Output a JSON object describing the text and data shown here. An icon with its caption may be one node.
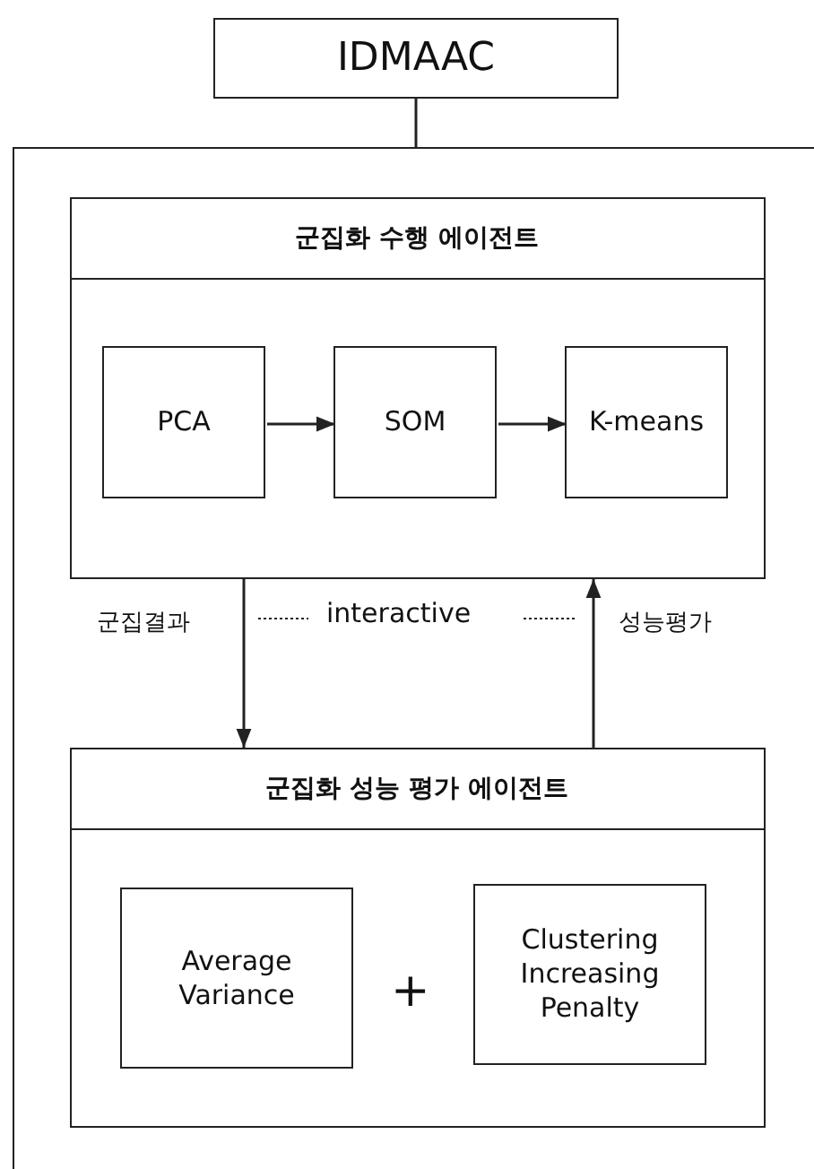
{
  "diagram": {
    "nodes": [
      {
        "text": [
          "IDMAAC"
        ]
      },
      {
        "text": [],
        "shape": "box"
      },
      {
        "text": [
          "군집화 수행 에이전트"
        ],
        "in": 1
      },
      {
        "text": [
          "PCA"
        ],
        "in": 2
      },
      {
        "text": [
          "SOM"
        ],
        "in": 2
      },
      {
        "text": [
          "K-means"
        ],
        "in": 2
      },
      {
        "text": [
          "군집화 성능 평가 에이전트"
        ],
        "in": 1
      },
      {
        "text": [
          "Average Variance"
        ],
        "in": 6
      },
      {
        "text": [
          "Clustering Increasing Penalty"
        ],
        "in": 6
      }
    ],
    "edges": [
      {
        "from": 0,
        "to": 1,
        "arrow": "none"
      },
      {
        "from": 3,
        "to": 4,
        "arrow": "to"
      },
      {
        "from": 4,
        "to": 5,
        "arrow": "to"
      },
      {
        "from": 2,
        "to": 6,
        "arrow": "to",
        "label": "군집결과"
      },
      {
        "from": 6,
        "to": 2,
        "arrow": "to",
        "label": "성능평가"
      }
    ],
    "labels": [
      "interactive",
      "+"
    ]
  }
}
